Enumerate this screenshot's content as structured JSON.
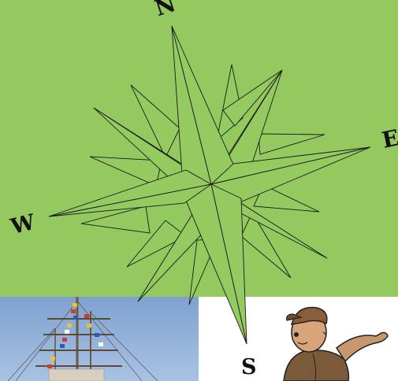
{
  "compass": {
    "north": "N",
    "east": "E",
    "south": "S",
    "west": "W"
  },
  "colors": {
    "background_green": "#93c95e",
    "star_fill": "#94ca5f",
    "star_highlight": "#bfe0a0",
    "outline": "#1a1a1a",
    "sky": "#8fb0d8"
  },
  "images": {
    "left": "tall-ship-with-signal-flags",
    "right": "cartoon-boy-pointing"
  }
}
